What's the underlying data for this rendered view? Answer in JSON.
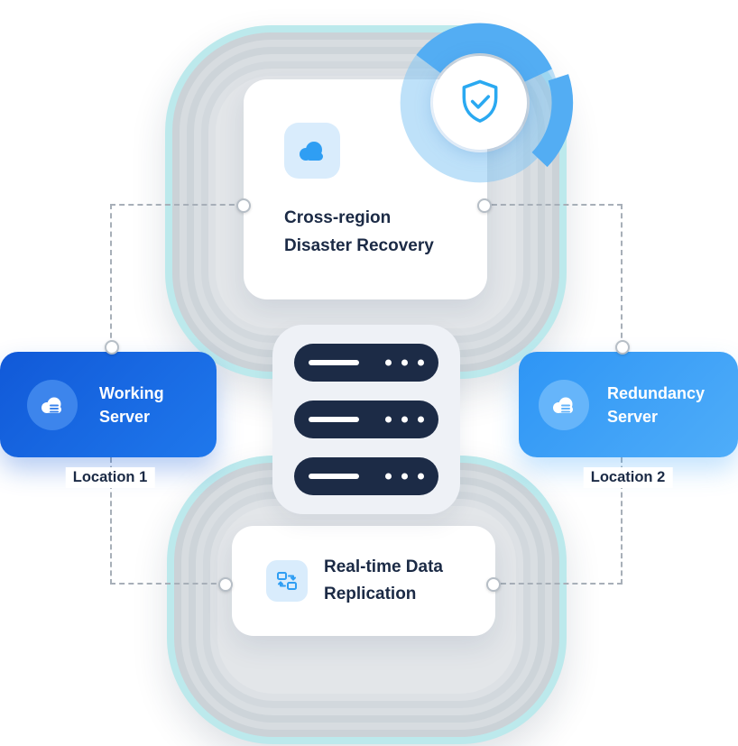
{
  "top_card": {
    "title_line1": "Cross-region",
    "title_line2": "Disaster Recovery"
  },
  "left_server": {
    "name_line1": "Working",
    "name_line2": "Server",
    "location_label": "Location 1"
  },
  "right_server": {
    "name_line1": "Redundancy",
    "name_line2": "Server",
    "location_label": "Location 2"
  },
  "bottom_card": {
    "title_line1": "Real-time Data",
    "title_line2": "Replication"
  },
  "icons": {
    "top_card": "cloud-icon",
    "badge": "shield-check-icon",
    "left_server": "cloud-server-icon",
    "right_server": "cloud-server-icon",
    "bottom_card": "data-replication-icon",
    "center": "server-rack-icon"
  },
  "colors": {
    "accent_blue": "#2f9ef3",
    "left_card_blue": "#1159d8",
    "right_card_blue": "#3ba2f8",
    "navy_text": "#1b2a45",
    "ring_teal": "#bce9ec",
    "server_bar_navy": "#1c2b46",
    "icon_box_blue": "#d9ecfc",
    "dashed_line_gray": "#a7afb8"
  }
}
